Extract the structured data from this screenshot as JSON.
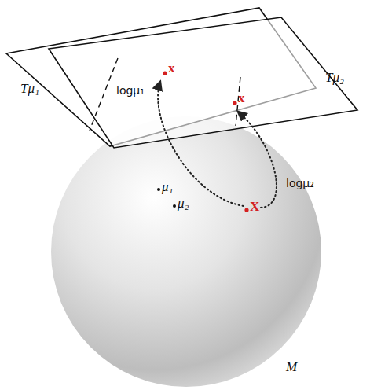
{
  "diagram": {
    "labels": [
      "Tμ₁",
      "Tμ₂",
      "x",
      "logμ₁",
      "x",
      "μ₁",
      "μ₂",
      "X",
      "logμ₂",
      "M"
    ]
  }
}
